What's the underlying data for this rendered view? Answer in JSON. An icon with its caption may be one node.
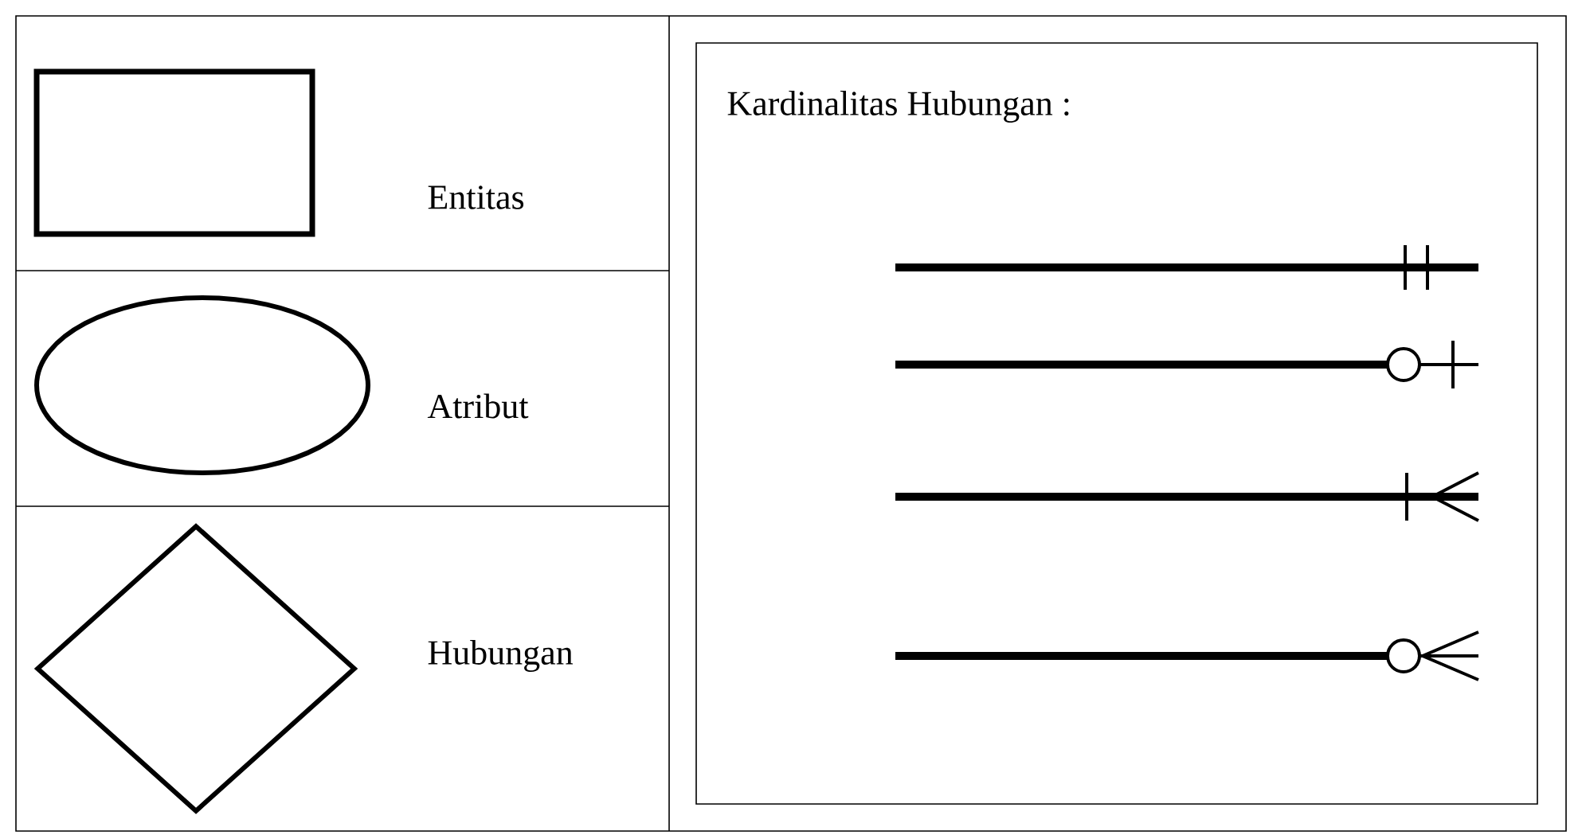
{
  "diagram": {
    "nodes": [
      {
        "text": [],
        "shape": "box",
        "beside": [
          "Entitas"
        ]
      },
      {
        "text": [],
        "shape": "ellipse",
        "beside": [
          "Atribut"
        ]
      },
      {
        "text": [],
        "shape": "diamond",
        "beside": [
          "Hubungan"
        ]
      }
    ],
    "labels": [
      "Kardinalitas Hubungan :"
    ]
  }
}
